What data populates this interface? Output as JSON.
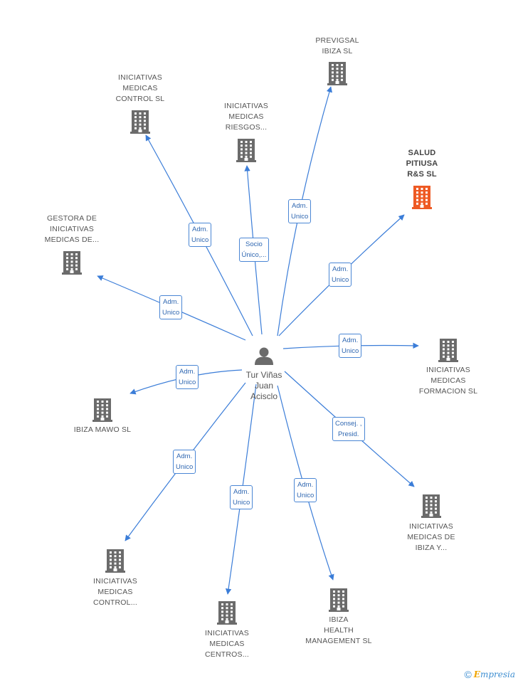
{
  "colors": {
    "edge": "#3b7dd8",
    "company_icon": "#6b6b6b",
    "company_icon_highlight": "#ee5a24",
    "person_icon": "#6b6b6b"
  },
  "center": {
    "name_lines": [
      "Tur Viñas",
      "Juan",
      "Acisclo"
    ],
    "icon": "person-icon"
  },
  "companies": [
    {
      "id": "previgsal",
      "lines": [
        "PREVIGSAL",
        "IBIZA SL"
      ],
      "icon": "building-icon",
      "highlight": false
    },
    {
      "id": "control-sl",
      "lines": [
        "INICIATIVAS",
        "MEDICAS",
        "CONTROL SL"
      ],
      "icon": "building-icon",
      "highlight": false
    },
    {
      "id": "riesgos",
      "lines": [
        "INICIATIVAS",
        "MEDICAS",
        "RIESGOS..."
      ],
      "icon": "building-icon",
      "highlight": false
    },
    {
      "id": "salud-pitiusa",
      "lines": [
        "SALUD",
        "PITIUSA",
        "R&S SL"
      ],
      "icon": "building-icon",
      "highlight": true
    },
    {
      "id": "gestora",
      "lines": [
        "GESTORA DE",
        "INICIATIVAS",
        "MEDICAS DE..."
      ],
      "icon": "building-icon",
      "highlight": false
    },
    {
      "id": "formacion",
      "lines": [
        "INICIATIVAS",
        "MEDICAS",
        "FORMACION SL"
      ],
      "icon": "building-icon",
      "highlight": false
    },
    {
      "id": "mawo",
      "lines": [
        "IBIZA MAWO SL"
      ],
      "icon": "building-icon",
      "highlight": false
    },
    {
      "id": "ibiza-y",
      "lines": [
        "INICIATIVAS",
        "MEDICAS DE",
        "IBIZA Y..."
      ],
      "icon": "building-icon",
      "highlight": false
    },
    {
      "id": "control-2",
      "lines": [
        "INICIATIVAS",
        "MEDICAS",
        "CONTROL..."
      ],
      "icon": "building-icon",
      "highlight": false
    },
    {
      "id": "centros",
      "lines": [
        "INICIATIVAS",
        "MEDICAS",
        "CENTROS..."
      ],
      "icon": "building-icon",
      "highlight": false
    },
    {
      "id": "health",
      "lines": [
        "IBIZA",
        "HEALTH",
        "MANAGEMENT SL"
      ],
      "icon": "building-icon",
      "highlight": false
    }
  ],
  "relations": [
    {
      "to": "previgsal",
      "label_lines": [
        "Adm.",
        "Unico"
      ]
    },
    {
      "to": "control-sl",
      "label_lines": [
        "Adm.",
        "Unico"
      ]
    },
    {
      "to": "riesgos",
      "label_lines": [
        "Socio",
        "Único,..."
      ]
    },
    {
      "to": "salud-pitiusa",
      "label_lines": [
        "Adm.",
        "Unico"
      ]
    },
    {
      "to": "gestora",
      "label_lines": [
        "Adm.",
        "Unico"
      ]
    },
    {
      "to": "formacion",
      "label_lines": [
        "Adm.",
        "Unico"
      ]
    },
    {
      "to": "mawo",
      "label_lines": [
        "Adm.",
        "Unico"
      ]
    },
    {
      "to": "ibiza-y",
      "label_lines": [
        "Consej. ,",
        "Presid."
      ]
    },
    {
      "to": "control-2",
      "label_lines": [
        "Adm.",
        "Unico"
      ]
    },
    {
      "to": "centros",
      "label_lines": [
        "Adm.",
        "Unico"
      ]
    },
    {
      "to": "health",
      "label_lines": [
        "Adm.",
        "Unico"
      ]
    }
  ],
  "footer": {
    "copyright": "©",
    "brand_initial": "E",
    "brand_rest": "mpresia"
  }
}
